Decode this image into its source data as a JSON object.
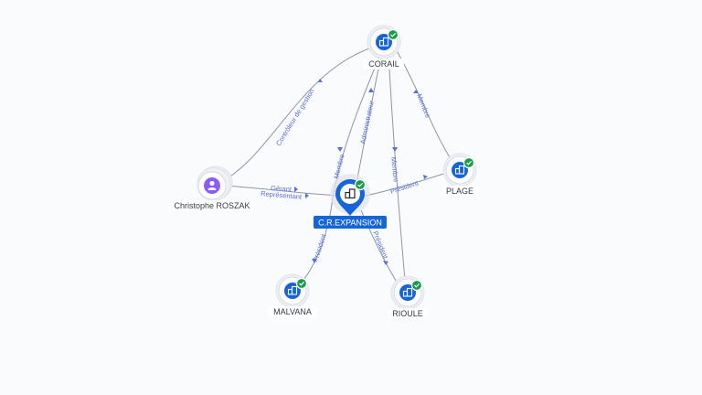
{
  "colors": {
    "company": "#1565d8",
    "person": "#8b5cf6",
    "check": "#1a9c4a",
    "edge": "#8d97a8",
    "edge_label": "#5a6fd6"
  },
  "nodes": {
    "corail": {
      "label": "CORAIL",
      "icon": "building-icon",
      "verified": true
    },
    "plage": {
      "label": "PLAGE",
      "icon": "building-icon",
      "verified": true
    },
    "center": {
      "label": "C.R.EXPANSION",
      "icon": "building-icon",
      "verified": true
    },
    "malvana": {
      "label": "MALVANA",
      "icon": "building-icon",
      "verified": true
    },
    "rioule": {
      "label": "RIOULE",
      "icon": "building-icon",
      "verified": true
    },
    "person": {
      "label": "Christophe ROSZAK",
      "icon": "person-icon",
      "verified": false
    }
  },
  "edges": {
    "person_corail": "Contrôleur de gestion",
    "person_center_1": "Gérant",
    "person_center_2": "Représentant",
    "center_corail_admin": "Administrateur",
    "corail_center_membre": "Membre",
    "corail_rioule_membre": "Membre",
    "corail_plage_membre": "Membre",
    "center_plage": "Président",
    "malvana_center": "Président",
    "center_rioule": "Président"
  }
}
